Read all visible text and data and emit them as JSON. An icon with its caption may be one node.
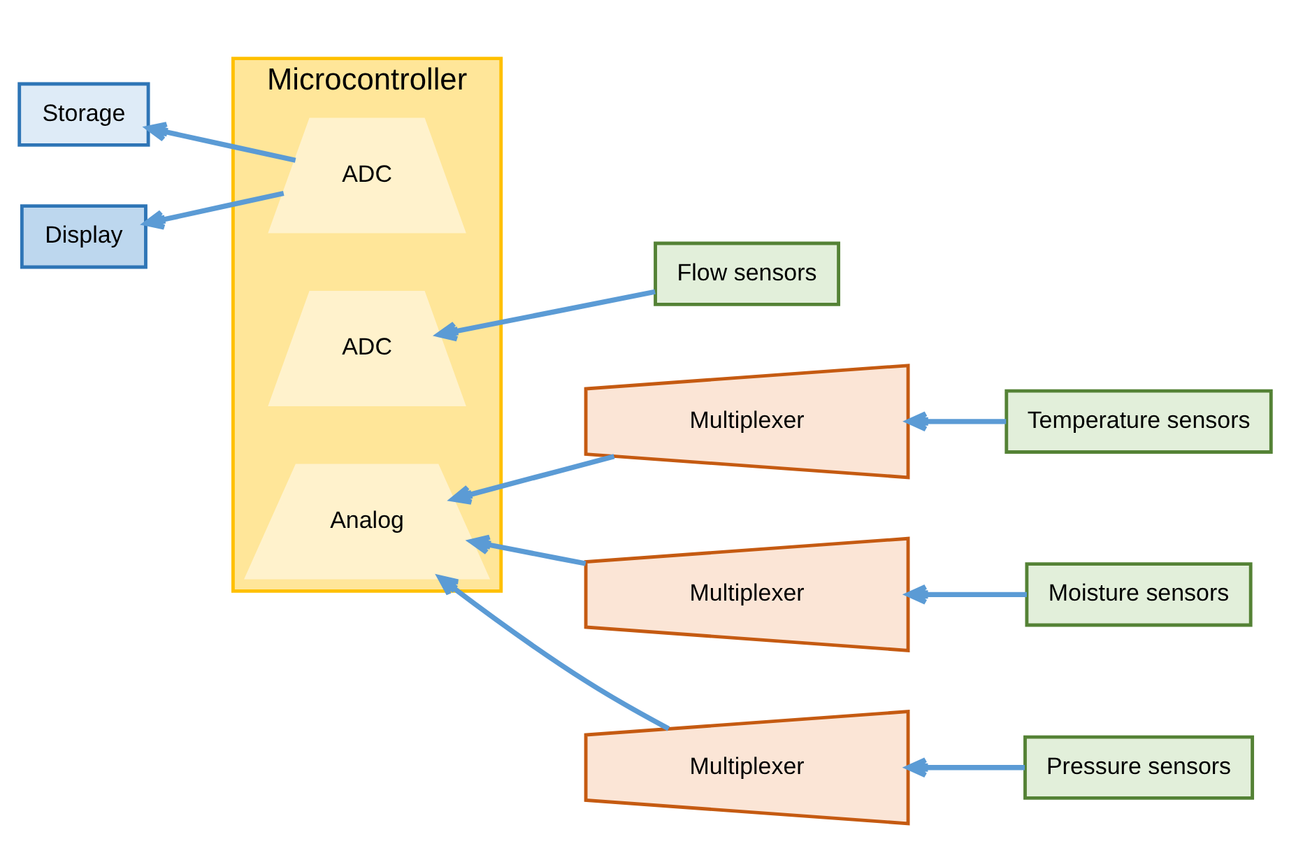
{
  "diagram": {
    "nodes": [
      {
        "text": [
          "Storage"
        ]
      },
      {
        "text": [
          "Display"
        ]
      },
      {
        "text": [
          "Microcontroller"
        ]
      },
      {
        "text": [
          "ADC"
        ],
        "in": 2
      },
      {
        "text": [
          "Analog"
        ],
        "in": 2
      },
      {
        "text": [
          "ADC"
        ],
        "in": 2
      },
      {
        "text": [
          "Flow sensors"
        ]
      },
      {
        "text": [
          "Multiplexer"
        ]
      },
      {
        "text": [
          "Temperature sensors"
        ]
      },
      {
        "text": [
          "Multiplexer"
        ]
      },
      {
        "text": [
          "Moisture sensors"
        ]
      },
      {
        "text": [
          "Multiplexer"
        ]
      },
      {
        "text": [
          "Pressure sensors"
        ]
      }
    ],
    "edges": [
      {
        "from": 3,
        "to": 0,
        "arrow": "to"
      },
      {
        "from": 3,
        "to": 1,
        "arrow": "to"
      },
      {
        "from": 6,
        "to": 5,
        "arrow": "to"
      },
      {
        "from": 8,
        "to": 7,
        "arrow": "to"
      },
      {
        "from": 10,
        "to": 9,
        "arrow": "to"
      },
      {
        "from": 12,
        "to": 11,
        "arrow": "to"
      },
      {
        "from": 7,
        "to": 4,
        "arrow": "to"
      },
      {
        "from": 9,
        "to": 4,
        "arrow": "to"
      },
      {
        "from": 11,
        "to": 4,
        "arrow": "to"
      }
    ]
  }
}
